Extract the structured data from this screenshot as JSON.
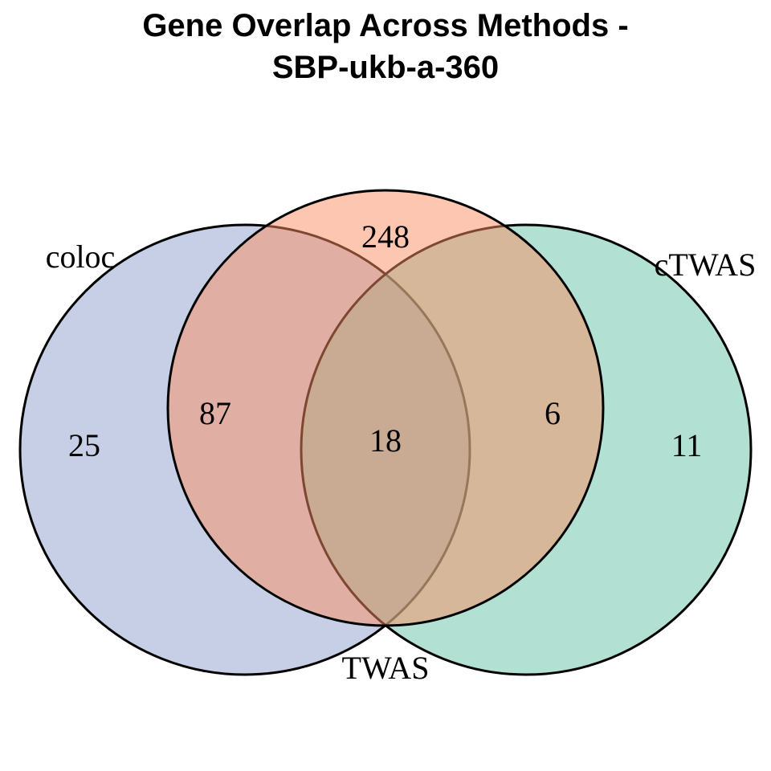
{
  "title": {
    "line1": "Gene Overlap Across Methods -",
    "line2": "SBP-ukb-a-360"
  },
  "chart_data": {
    "type": "venn",
    "title": "Gene Overlap Across Methods - SBP-ukb-a-360",
    "sets": [
      {
        "name": "coloc",
        "color": "#8DA0CB"
      },
      {
        "name": "TWAS",
        "color": "#FC8D62"
      },
      {
        "name": "cTWAS",
        "color": "#66C2A5"
      }
    ],
    "regions": [
      {
        "sets": [
          "coloc"
        ],
        "value": 25
      },
      {
        "sets": [
          "TWAS"
        ],
        "value": 248
      },
      {
        "sets": [
          "cTWAS"
        ],
        "value": 11
      },
      {
        "sets": [
          "coloc",
          "TWAS"
        ],
        "value": 87
      },
      {
        "sets": [
          "TWAS",
          "cTWAS"
        ],
        "value": 6
      },
      {
        "sets": [
          "coloc",
          "TWAS",
          "cTWAS"
        ],
        "value": 18
      }
    ],
    "legend_position": "none",
    "grid": false
  },
  "venn": {
    "set_labels": {
      "coloc": "coloc",
      "ctwas": "cTWAS",
      "twas": "TWAS"
    },
    "counts": {
      "coloc_only": "25",
      "twas_only": "248",
      "ctwas_only": "11",
      "coloc_twas": "87",
      "twas_ctwas": "6",
      "all_three": "18"
    },
    "colors": {
      "coloc_fill": "#8DA0CB",
      "twas_fill": "#FC8D62",
      "ctwas_fill": "#66C2A5",
      "stroke": "#000000",
      "text": "#000000"
    }
  }
}
